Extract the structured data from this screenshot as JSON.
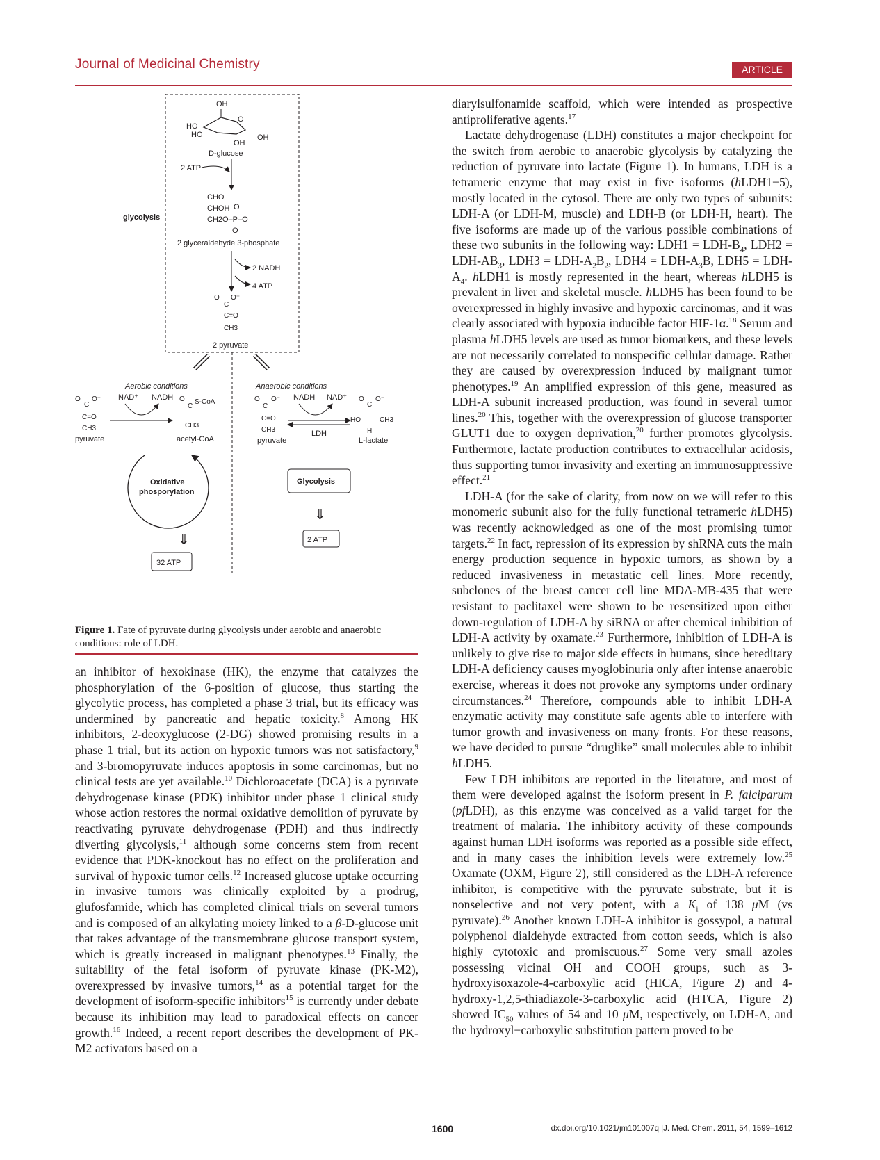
{
  "header": {
    "journal": "Journal of Medicinal Chemistry",
    "badge": "ARTICLE"
  },
  "figure": {
    "oh_top": "OH",
    "ho1": "HO",
    "ho2": "HO",
    "o_ring": "O",
    "oh_ring": "OH",
    "oh_right": "OH",
    "dglucose": "D-glucose",
    "atp2": "2 ATP",
    "cho": "CHO",
    "choh": "CHOH",
    "o_dbl": "O",
    "ch2o": "CH2O–P–O⁻",
    "o_minus": "O⁻",
    "glycolysis_side": "glycolysis",
    "g3p": "2 glyceraldehyde 3-phosphate",
    "nadh2": "2 NADH",
    "atp4": "4 ATP",
    "carboxylate": "O⁻",
    "oc": "O",
    "c_center": "C",
    "c_eq_o": "C=O",
    "ch3": "CH3",
    "pyruvate2": "2 pyruvate",
    "aerobic": "Aerobic conditions",
    "anaerobic": "Anaerobic conditions",
    "nad_plus": "NAD⁺",
    "nadh": "NADH",
    "nadh_b": "NADH",
    "nad_plus_b": "NAD⁺",
    "scoa": "S-CoA",
    "pyruvate_label": "pyruvate",
    "acetyl_coa": "acetyl-CoA",
    "pyruvate_label2": "pyruvate",
    "ldh": "LDH",
    "ho_lac": "HO",
    "h_lac": "H",
    "l_lactate": "L-lactate",
    "oxphos1": "Oxidative",
    "oxphos2": "phosporylation",
    "glycolysis_box": "Glycolysis",
    "atp32": "32 ATP",
    "atp2_box": "2 ATP"
  },
  "caption": {
    "label": "Figure 1.",
    "text": "Fate of pyruvate during glycolysis under aerobic and anaerobic conditions: role of LDH."
  },
  "footer": {
    "page": "1600",
    "doi": "dx.doi.org/10.1021/jm101007q |J. Med. Chem. 2011, 54, 1599–1612"
  }
}
